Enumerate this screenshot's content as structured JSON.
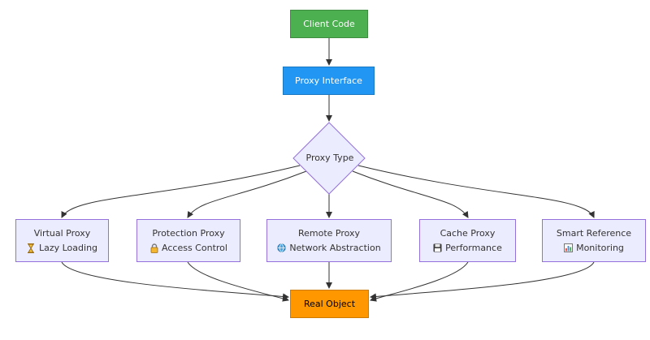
{
  "nodes": {
    "client": "Client Code",
    "interface": "Proxy Interface",
    "decision": "Proxy Type",
    "real": "Real Object"
  },
  "proxies": [
    {
      "title": "Virtual Proxy",
      "icon": "hourglass-icon",
      "detail": "Lazy Loading"
    },
    {
      "title": "Protection Proxy",
      "icon": "lock-icon",
      "detail": "Access Control"
    },
    {
      "title": "Remote Proxy",
      "icon": "globe-icon",
      "detail": "Network Abstraction"
    },
    {
      "title": "Cache Proxy",
      "icon": "floppy-disk-icon",
      "detail": "Performance"
    },
    {
      "title": "Smart Reference",
      "icon": "bar-chart-icon",
      "detail": "Monitoring"
    }
  ],
  "colors": {
    "client": "#4caf50",
    "interface": "#2196f3",
    "real": "#ff9800",
    "proxy_fill": "#ececff",
    "proxy_border": "#9370db",
    "edge": "#333333"
  }
}
